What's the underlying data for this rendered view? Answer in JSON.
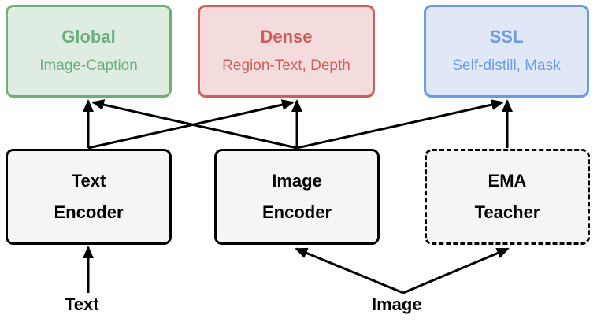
{
  "heads": [
    {
      "id": "global",
      "title": "Global",
      "subtitle": "Image-Caption",
      "color": "#6cae7c",
      "fill": "#dfece2"
    },
    {
      "id": "dense",
      "title": "Dense",
      "subtitle": "Region-Text, Depth",
      "color": "#cc5f5a",
      "fill": "#f5dcdc"
    },
    {
      "id": "ssl",
      "title": "SSL",
      "subtitle": "Self-distill, Mask",
      "color": "#6b9be3",
      "fill": "#e0e8f8"
    }
  ],
  "encoders": [
    {
      "id": "text",
      "line1": "Text",
      "line2": "Encoder",
      "border": "solid"
    },
    {
      "id": "image",
      "line1": "Image",
      "line2": "Encoder",
      "border": "solid"
    },
    {
      "id": "ema",
      "line1": "EMA",
      "line2": "Teacher",
      "border": "dashed"
    }
  ],
  "inputs": {
    "text": "Text",
    "image": "Image"
  },
  "edges": [
    {
      "from": "text-encoder",
      "to": "global-head"
    },
    {
      "from": "text-encoder",
      "to": "dense-head"
    },
    {
      "from": "image-encoder",
      "to": "global-head"
    },
    {
      "from": "image-encoder",
      "to": "dense-head"
    },
    {
      "from": "image-encoder",
      "to": "ssl-head"
    },
    {
      "from": "ema-teacher",
      "to": "ssl-head"
    },
    {
      "from": "text-input",
      "to": "text-encoder"
    },
    {
      "from": "image-input",
      "to": "image-encoder"
    },
    {
      "from": "image-input",
      "to": "ema-teacher"
    }
  ]
}
